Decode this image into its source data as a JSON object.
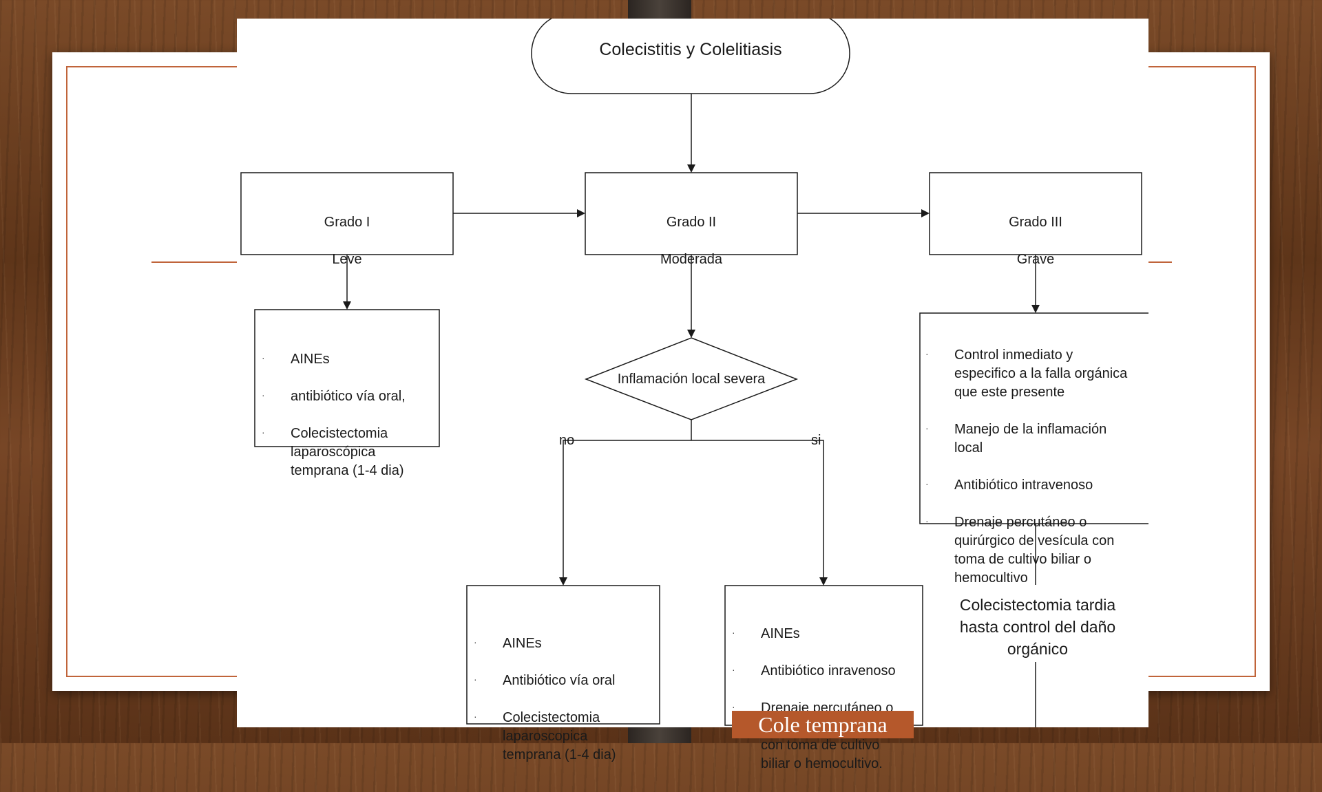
{
  "diagram": {
    "start": "Colecistitis y Colelitiasis",
    "grade1": {
      "line1": "Grado I",
      "line2": "Leve"
    },
    "grade2": {
      "line1": "Grado II",
      "line2": "Moderada"
    },
    "grade3": {
      "line1": "Grado III",
      "line2": "Grave"
    },
    "grade1_treatment": [
      "AINEs",
      " antibiótico vía oral,",
      "Colecistectomia\nlaparoscópica\ntemprana  (1-4 dia)"
    ],
    "decision": "Inflamación local severa",
    "branch_no": "no",
    "branch_yes": "si",
    "no_treatment": [
      "AINEs",
      "Antibiótico vía oral",
      "Colecistectomia\nlaparoscopica\ntemprana (1-4 dia)"
    ],
    "yes_treatment": [
      "AINEs",
      "Antibiótico inravenoso",
      "Drenaje percutáneo o\nquirúrgico de vesicula\ncon toma de cultivo\nbiliar o hemocultivo."
    ],
    "grade3_treatment": [
      "Control inmediato y\nespecifico a la falla orgánica\nque este presente",
      "Manejo de la inflamación\nlocal",
      "Antibiótico intravenoso",
      "Drenaje percutáneo o\nquirúrgico de vesícula  con\ntoma de cultivo biliar o\nhemocultivo"
    ],
    "late_surgery": "Colecistectomia tardia\nhasta control del daño\norgánico"
  },
  "caption": "Cole temprana",
  "colors": {
    "accent": "#c0643a",
    "caption_bg": "#b5582b",
    "line": "#1a1a1a"
  }
}
